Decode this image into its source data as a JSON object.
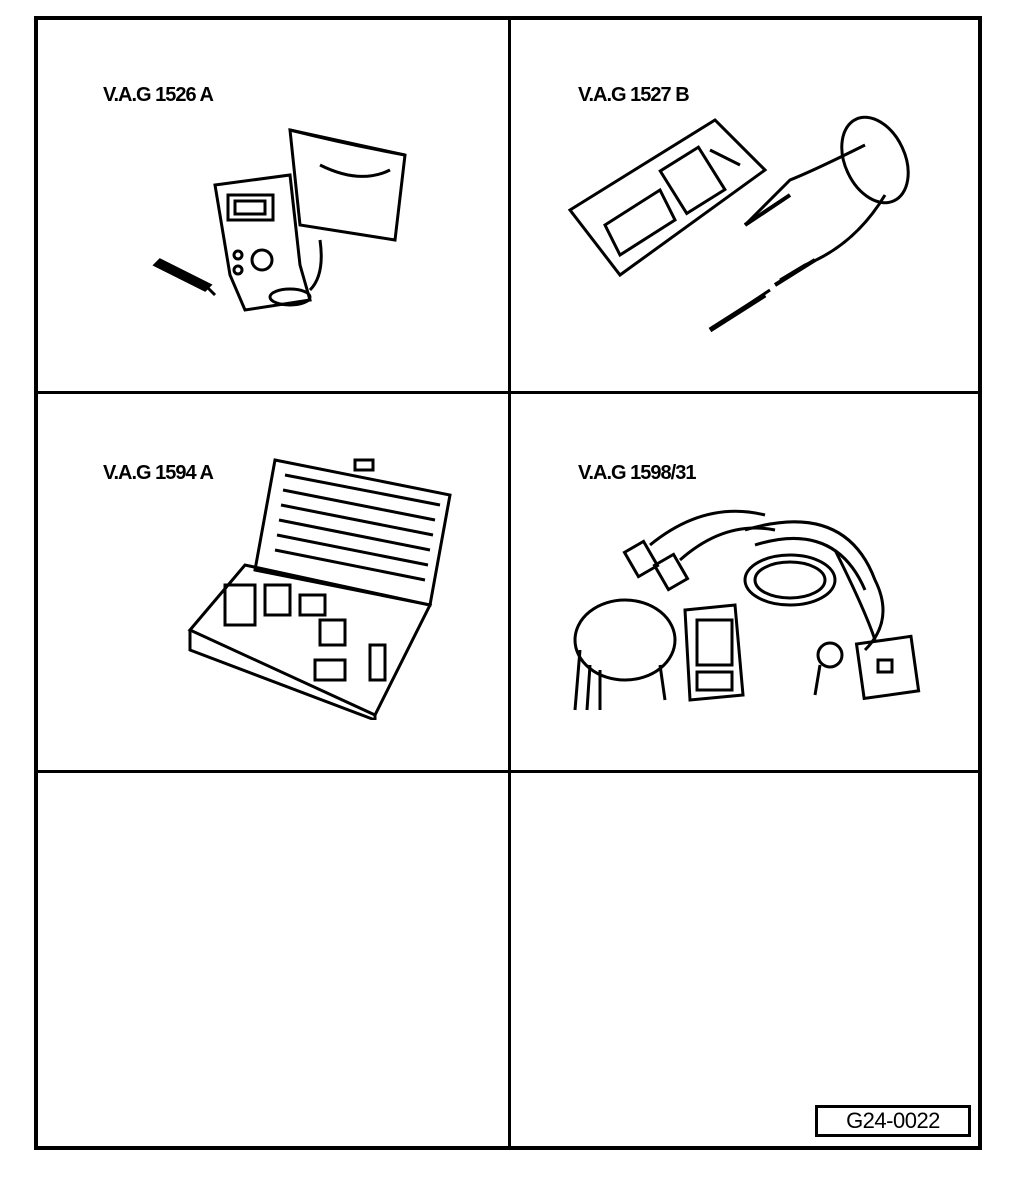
{
  "panels": [
    {
      "id": "p1",
      "label": "V.A.G 1526 A"
    },
    {
      "id": "p2",
      "label": "V.A.G 1527 B"
    },
    {
      "id": "p3",
      "label": "V.A.G 1594 A"
    },
    {
      "id": "p4",
      "label": "V.A.G 1598/31"
    }
  ],
  "figure_code": "G24-0022"
}
